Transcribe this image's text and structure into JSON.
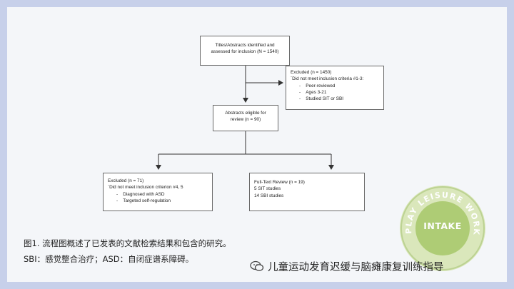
{
  "flowchart": {
    "box_identified": [
      "Titles/Abstracts identified and",
      "assessed for inclusion (N = 1540)"
    ],
    "box_excluded_top": {
      "head": "Excluded (n = 1450)",
      "reason": "`Did not meet inclusion criteria #1-3:",
      "items": [
        "Peer-reviewed",
        "Ages 3-21",
        "Studied SIT or SBI"
      ]
    },
    "box_eligible": [
      "Abstracts eligible for",
      "review (n = 90)"
    ],
    "box_excluded_bottom": {
      "head": "Excluded (n = 71)",
      "reason": "`Did not meet inclusion criterion #4, 5",
      "items": [
        "Diagnosed with ASD",
        "Targeted self-regulation"
      ]
    },
    "box_fulltext": [
      "Full-Text Review (n = 19)",
      "5 SIT studies",
      "14 SBI studies"
    ],
    "bullet": "-"
  },
  "caption": {
    "line1": "图1. 流程图概述了已发表的文献检索结果和包含的研究。",
    "line2": "SBI：感觉整合治疗；ASD：自闭症谱系障碍。"
  },
  "watermark": {
    "text": "儿童运动发育迟缓与脑瘫康复训练指导",
    "icon": "wechat-icon"
  },
  "logo": {
    "center_text": "INTAKE",
    "ring_text": "PLAY LEISURE WORK"
  },
  "colors": {
    "page_bg": "#c7d0ea",
    "panel_bg": "#f4f6f9",
    "logo_green": "#a9c96a"
  }
}
